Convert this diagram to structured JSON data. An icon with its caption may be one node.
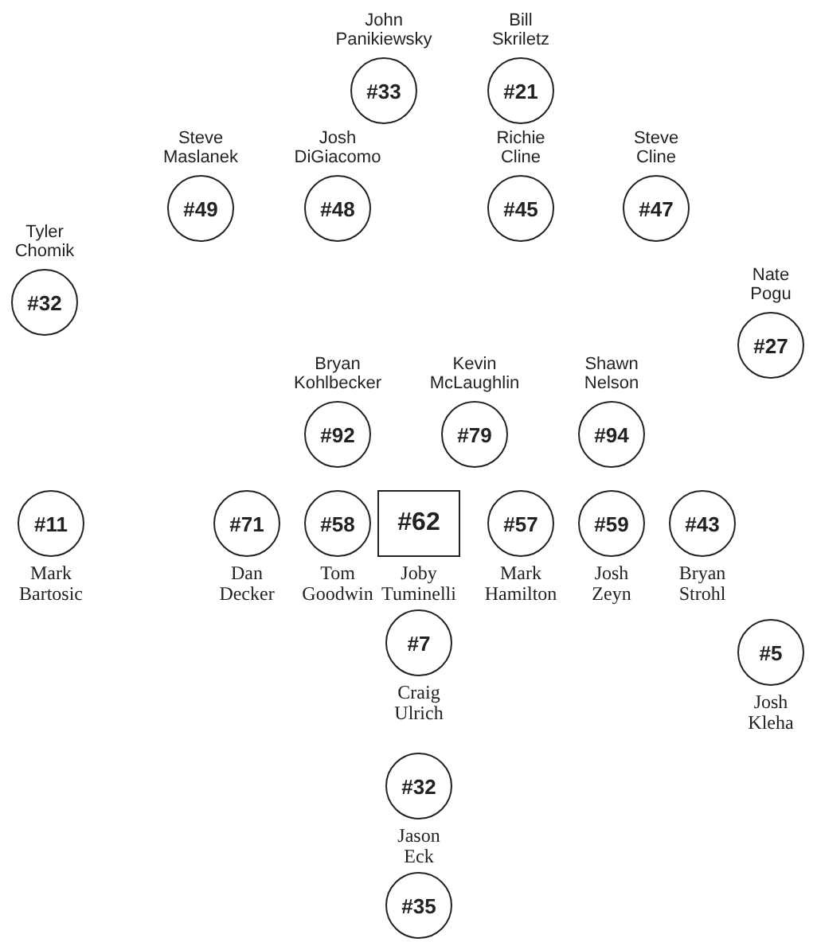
{
  "diagram": {
    "nodes": [
      {
        "text": [
          "#33"
        ],
        "beside": [
          "John Panikiewsky"
        ]
      },
      {
        "text": [
          "#21"
        ],
        "beside": [
          "Bill Skriletz"
        ]
      },
      {
        "text": [
          "#32"
        ],
        "beside": [
          "Tyler Chomik"
        ]
      },
      {
        "text": [
          "#49"
        ],
        "beside": [
          "Steve Maslanek"
        ]
      },
      {
        "text": [
          "#48"
        ],
        "beside": [
          "Josh DiGiacomo"
        ]
      },
      {
        "text": [
          "#45"
        ],
        "beside": [
          "Richie Cline"
        ]
      },
      {
        "text": [
          "#47"
        ],
        "beside": [
          "Steve Cline"
        ]
      },
      {
        "text": [
          "#27"
        ],
        "beside": [
          "Nate Pogu"
        ]
      },
      {
        "text": [
          "#92"
        ],
        "beside": [
          "Bryan Kohlbecker"
        ]
      },
      {
        "text": [
          "#79"
        ],
        "beside": [
          "Kevin McLaughlin"
        ]
      },
      {
        "text": [
          "#94"
        ],
        "beside": [
          "Shawn Nelson"
        ]
      },
      {
        "text": [
          "#11"
        ],
        "beside": [
          "Mark Bartosic"
        ]
      },
      {
        "text": [
          "#71"
        ],
        "beside": [
          "Dan Decker"
        ]
      },
      {
        "text": [
          "#58"
        ],
        "beside": [
          "Tom Goodwin"
        ]
      },
      {
        "text": [
          "#62"
        ],
        "beside": [
          "Joby Tuminelli"
        ]
      },
      {
        "text": [
          "#57"
        ],
        "beside": [
          "Mark Hamilton"
        ]
      },
      {
        "text": [
          "#59"
        ],
        "beside": [
          "Josh Zeyn"
        ]
      },
      {
        "text": [
          "#43"
        ],
        "beside": [
          "Bryan Strohl"
        ]
      },
      {
        "text": [
          "#7"
        ],
        "beside": [
          "Craig Ulrich"
        ]
      },
      {
        "text": [
          "#5"
        ],
        "beside": [
          "Josh Kleha"
        ]
      },
      {
        "text": [
          "#32"
        ],
        "beside": [
          "Jason Eck"
        ]
      },
      {
        "text": [
          "#35"
        ]
      }
    ]
  }
}
